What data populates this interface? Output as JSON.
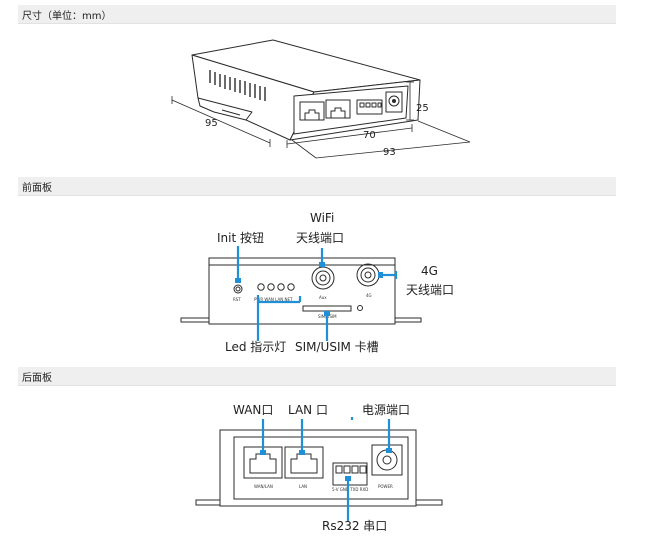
{
  "sections": {
    "dimensions_title": "尺寸（单位：mm）",
    "front_title": "前面板",
    "rear_title": "后面板"
  },
  "dimensions": {
    "length": "95",
    "width_inner": "70",
    "width_outer": "93",
    "height": "25"
  },
  "front_labels": {
    "wifi_line1": "WiFi",
    "wifi_line2": "天线端口",
    "init": "Init 按钮",
    "g4_line1": "4G",
    "g4_line2": "天线端口",
    "led": "Led 指示灯",
    "sim": "SIM/USIM 卡槽"
  },
  "front_print": {
    "rst": "RST",
    "leds": "PWR WAN LAN NET",
    "aux": "Aux",
    "g4": "4G",
    "sim_slot": "SIM/USIM"
  },
  "rear_labels": {
    "wan": "WAN口",
    "lan": "LAN 口",
    "power": "电源端口",
    "rs232": "Rs232 串口"
  },
  "rear_print": {
    "wan_lan": "WAN/LAN",
    "lan": "LAN",
    "pins": "5-V GND TXD RXD",
    "power": "POWER"
  },
  "colors": {
    "accent": "#1f8fd6",
    "line": "#2b2b2b"
  }
}
